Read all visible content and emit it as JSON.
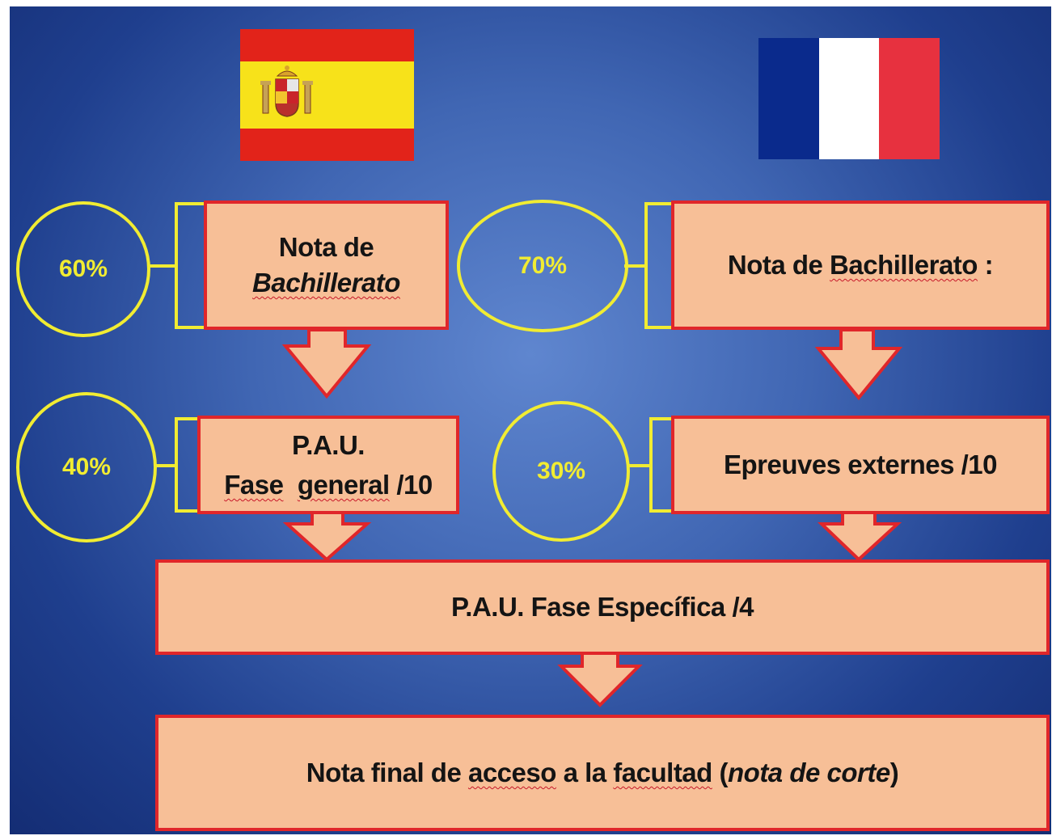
{
  "flags": {
    "spain": {
      "colors": {
        "red": "#e2231a",
        "yellow": "#f7e21a"
      },
      "icon": "spanish-coat-of-arms"
    },
    "france": {
      "colors": {
        "blue": "#0a2a8c",
        "white": "#ffffff",
        "red": "#e7313f"
      }
    }
  },
  "spain": {
    "bachillerato": {
      "percent": "60%",
      "line1": "Nota de",
      "line2": "Bachillerato"
    },
    "pau_general": {
      "percent": "40%",
      "line1": "P.A.U.",
      "line2_a": "Fase",
      "line2_b": "general",
      "line2_c": "/10"
    }
  },
  "france": {
    "bachillerato": {
      "percent": "70%",
      "label_a": "Nota de",
      "label_b": "Bachillerato",
      "label_c": " :"
    },
    "epreuves": {
      "percent": "30%",
      "label": "Epreuves externes /10"
    }
  },
  "pau_especifica": {
    "label": "P.A.U. Fase Específica /4"
  },
  "final": {
    "part1": "Nota final de ",
    "part2": "acceso",
    "part3": " a la ",
    "part4": "facultad",
    "part5": " (",
    "part6": "nota de corte",
    "part7": ")"
  },
  "colors": {
    "box_fill": "#f7bf97",
    "box_border": "#e0262a",
    "circle_stroke": "#f1ec32",
    "background_center": "#5f86cf",
    "background_edge": "#142d74"
  }
}
